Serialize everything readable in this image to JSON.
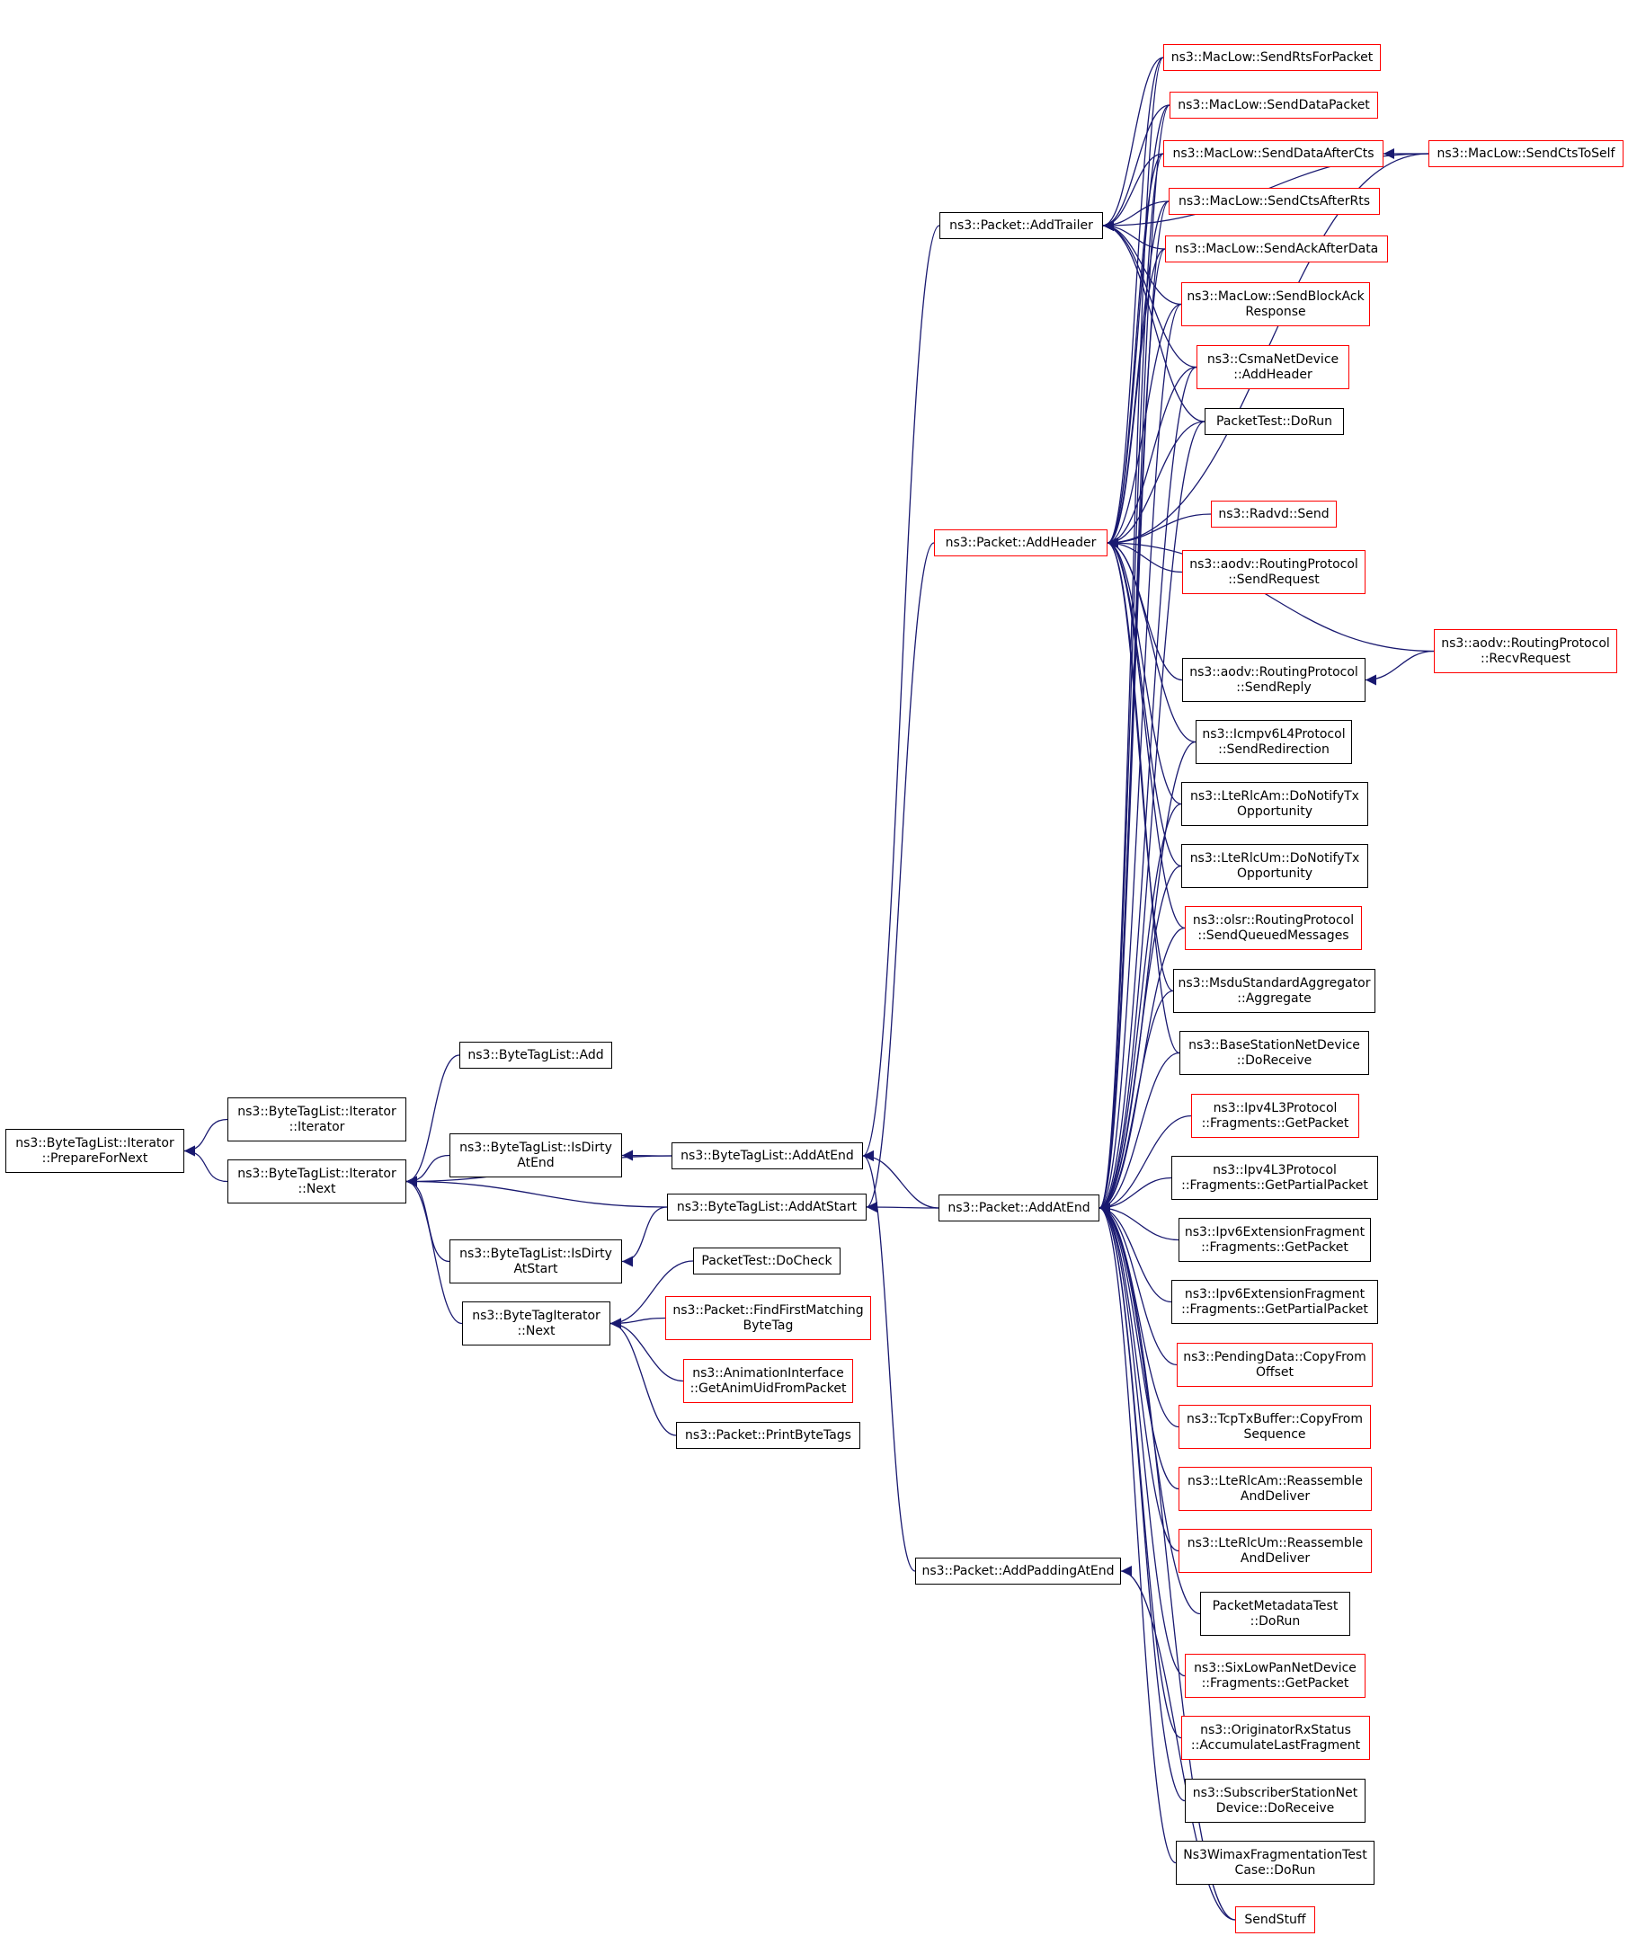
{
  "colors": {
    "edge": "#191970",
    "link_border": "#000000",
    "truncated_border": "#ff0000",
    "focus_fill": "#bfbfbf"
  },
  "nodes": {
    "prepare_for_next": {
      "label": "ns3::ByteTagList::Iterator\n::PrepareForNext",
      "style": "focus"
    },
    "iterator_ctor": {
      "label": "ns3::ByteTagList::Iterator\n::Iterator",
      "style": "normal"
    },
    "iterator_next": {
      "label": "ns3::ByteTagList::Iterator\n::Next",
      "style": "normal"
    },
    "btl_add": {
      "label": "ns3::ByteTagList::Add",
      "style": "normal"
    },
    "btl_is_dirty_at_end": {
      "label": "ns3::ByteTagList::IsDirty\nAtEnd",
      "style": "normal"
    },
    "btl_is_dirty_at_start": {
      "label": "ns3::ByteTagList::IsDirty\nAtStart",
      "style": "normal"
    },
    "bt_iterator_next": {
      "label": "ns3::ByteTagIterator\n::Next",
      "style": "normal"
    },
    "btl_add_at_end": {
      "label": "ns3::ByteTagList::AddAtEnd",
      "style": "normal"
    },
    "btl_add_at_start": {
      "label": "ns3::ByteTagList::AddAtStart",
      "style": "normal"
    },
    "packettest_docheck": {
      "label": "PacketTest::DoCheck",
      "style": "normal"
    },
    "find_first_matching": {
      "label": "ns3::Packet::FindFirstMatching\nByteTag",
      "style": "truncated"
    },
    "get_anim_uid": {
      "label": "ns3::AnimationInterface\n::GetAnimUidFromPacket",
      "style": "truncated"
    },
    "print_byte_tags": {
      "label": "ns3::Packet::PrintByteTags",
      "style": "normal"
    },
    "packet_add_trailer": {
      "label": "ns3::Packet::AddTrailer",
      "style": "normal"
    },
    "packet_add_header": {
      "label": "ns3::Packet::AddHeader",
      "style": "truncated"
    },
    "packet_add_at_end": {
      "label": "ns3::Packet::AddAtEnd",
      "style": "normal"
    },
    "packet_add_padding": {
      "label": "ns3::Packet::AddPaddingAtEnd",
      "style": "normal"
    },
    "send_rts_for_packet": {
      "label": "ns3::MacLow::SendRtsForPacket",
      "style": "truncated"
    },
    "send_data_packet": {
      "label": "ns3::MacLow::SendDataPacket",
      "style": "truncated"
    },
    "send_data_after_cts": {
      "label": "ns3::MacLow::SendDataAfterCts",
      "style": "truncated"
    },
    "send_cts_to_self": {
      "label": "ns3::MacLow::SendCtsToSelf",
      "style": "truncated"
    },
    "send_cts_after_rts": {
      "label": "ns3::MacLow::SendCtsAfterRts",
      "style": "truncated"
    },
    "send_ack_after_data": {
      "label": "ns3::MacLow::SendAckAfterData",
      "style": "truncated"
    },
    "send_block_ack": {
      "label": "ns3::MacLow::SendBlockAck\nResponse",
      "style": "truncated"
    },
    "csma_add_header": {
      "label": "ns3::CsmaNetDevice\n::AddHeader",
      "style": "truncated"
    },
    "packettest_dorun": {
      "label": "PacketTest::DoRun",
      "style": "normal"
    },
    "radvd_send": {
      "label": "ns3::Radvd::Send",
      "style": "truncated"
    },
    "aodv_send_request": {
      "label": "ns3::aodv::RoutingProtocol\n::SendRequest",
      "style": "truncated"
    },
    "aodv_send_reply": {
      "label": "ns3::aodv::RoutingProtocol\n::SendReply",
      "style": "normal"
    },
    "aodv_recv_request": {
      "label": "ns3::aodv::RoutingProtocol\n::RecvRequest",
      "style": "truncated"
    },
    "icmpv6_send_redirection": {
      "label": "ns3::Icmpv6L4Protocol\n::SendRedirection",
      "style": "normal"
    },
    "lte_rlc_am_notify": {
      "label": "ns3::LteRlcAm::DoNotifyTx\nOpportunity",
      "style": "normal"
    },
    "lte_rlc_um_notify": {
      "label": "ns3::LteRlcUm::DoNotifyTx\nOpportunity",
      "style": "normal"
    },
    "olsr_send_queued": {
      "label": "ns3::olsr::RoutingProtocol\n::SendQueuedMessages",
      "style": "truncated"
    },
    "msdu_aggregate": {
      "label": "ns3::MsduStandardAggregator\n::Aggregate",
      "style": "normal"
    },
    "base_station_receive": {
      "label": "ns3::BaseStationNetDevice\n::DoReceive",
      "style": "normal"
    },
    "ipv4_frag_get_packet": {
      "label": "ns3::Ipv4L3Protocol\n::Fragments::GetPacket",
      "style": "truncated"
    },
    "ipv4_frag_get_partial": {
      "label": "ns3::Ipv4L3Protocol\n::Fragments::GetPartialPacket",
      "style": "normal"
    },
    "ipv6_frag_get_packet": {
      "label": "ns3::Ipv6ExtensionFragment\n::Fragments::GetPacket",
      "style": "normal"
    },
    "ipv6_frag_get_partial": {
      "label": "ns3::Ipv6ExtensionFragment\n::Fragments::GetPartialPacket",
      "style": "normal"
    },
    "pending_copy_from": {
      "label": "ns3::PendingData::CopyFrom\nOffset",
      "style": "truncated"
    },
    "tcp_copy_from": {
      "label": "ns3::TcpTxBuffer::CopyFrom\nSequence",
      "style": "truncated"
    },
    "lte_rlc_am_reassemble": {
      "label": "ns3::LteRlcAm::Reassemble\nAndDeliver",
      "style": "truncated"
    },
    "lte_rlc_um_reassemble": {
      "label": "ns3::LteRlcUm::Reassemble\nAndDeliver",
      "style": "truncated"
    },
    "packet_metadata_dorun": {
      "label": "PacketMetadataTest\n::DoRun",
      "style": "normal"
    },
    "sixlowpan_get_packet": {
      "label": "ns3::SixLowPanNetDevice\n::Fragments::GetPacket",
      "style": "truncated"
    },
    "originator_accumulate": {
      "label": "ns3::OriginatorRxStatus\n::AccumulateLastFragment",
      "style": "truncated"
    },
    "subscriber_receive": {
      "label": "ns3::SubscriberStationNet\nDevice::DoReceive",
      "style": "normal"
    },
    "wimax_frag_dorun": {
      "label": "Ns3WimaxFragmentationTest\nCase::DoRun",
      "style": "normal"
    },
    "send_stuff": {
      "label": "SendStuff",
      "style": "truncated"
    }
  },
  "edges": [
    [
      "iterator_ctor",
      "prepare_for_next"
    ],
    [
      "iterator_next",
      "prepare_for_next"
    ],
    [
      "btl_add",
      "iterator_next"
    ],
    [
      "btl_is_dirty_at_end",
      "iterator_next"
    ],
    [
      "btl_add_at_end",
      "iterator_next"
    ],
    [
      "btl_add_at_start",
      "iterator_next"
    ],
    [
      "btl_is_dirty_at_start",
      "iterator_next"
    ],
    [
      "bt_iterator_next",
      "iterator_next"
    ],
    [
      "btl_add_at_end",
      "btl_is_dirty_at_end"
    ],
    [
      "btl_add_at_start",
      "btl_is_dirty_at_start"
    ],
    [
      "packettest_docheck",
      "bt_iterator_next"
    ],
    [
      "find_first_matching",
      "bt_iterator_next"
    ],
    [
      "get_anim_uid",
      "bt_iterator_next"
    ],
    [
      "print_byte_tags",
      "bt_iterator_next"
    ],
    [
      "packet_add_trailer",
      "btl_add_at_end"
    ],
    [
      "packet_add_at_end",
      "btl_add_at_end"
    ],
    [
      "packet_add_padding",
      "btl_add_at_end"
    ],
    [
      "packet_add_header",
      "btl_add_at_start"
    ],
    [
      "packet_add_at_end",
      "btl_add_at_start"
    ],
    [
      "send_rts_for_packet",
      "packet_add_trailer"
    ],
    [
      "send_data_packet",
      "packet_add_trailer"
    ],
    [
      "send_data_after_cts",
      "packet_add_trailer"
    ],
    [
      "send_cts_to_self",
      "packet_add_trailer"
    ],
    [
      "send_cts_after_rts",
      "packet_add_trailer"
    ],
    [
      "send_ack_after_data",
      "packet_add_trailer"
    ],
    [
      "send_block_ack",
      "packet_add_trailer"
    ],
    [
      "csma_add_header",
      "packet_add_trailer"
    ],
    [
      "packettest_dorun",
      "packet_add_trailer"
    ],
    [
      "send_cts_to_self",
      "send_data_after_cts"
    ],
    [
      "send_rts_for_packet",
      "packet_add_header"
    ],
    [
      "send_data_packet",
      "packet_add_header"
    ],
    [
      "send_data_after_cts",
      "packet_add_header"
    ],
    [
      "send_cts_after_rts",
      "packet_add_header"
    ],
    [
      "send_ack_after_data",
      "packet_add_header"
    ],
    [
      "send_block_ack",
      "packet_add_header"
    ],
    [
      "csma_add_header",
      "packet_add_header"
    ],
    [
      "packettest_dorun",
      "packet_add_header"
    ],
    [
      "send_cts_to_self",
      "packet_add_header"
    ],
    [
      "radvd_send",
      "packet_add_header"
    ],
    [
      "aodv_send_request",
      "packet_add_header"
    ],
    [
      "aodv_recv_request",
      "packet_add_header"
    ],
    [
      "aodv_send_reply",
      "packet_add_header"
    ],
    [
      "aodv_recv_request",
      "aodv_send_reply"
    ],
    [
      "icmpv6_send_redirection",
      "packet_add_header"
    ],
    [
      "lte_rlc_am_notify",
      "packet_add_header"
    ],
    [
      "lte_rlc_um_notify",
      "packet_add_header"
    ],
    [
      "olsr_send_queued",
      "packet_add_header"
    ],
    [
      "msdu_aggregate",
      "packet_add_header"
    ],
    [
      "base_station_receive",
      "packet_add_header"
    ],
    [
      "send_rts_for_packet",
      "packet_add_at_end"
    ],
    [
      "send_data_packet",
      "packet_add_at_end"
    ],
    [
      "send_data_after_cts",
      "packet_add_at_end"
    ],
    [
      "send_cts_after_rts",
      "packet_add_at_end"
    ],
    [
      "send_ack_after_data",
      "packet_add_at_end"
    ],
    [
      "send_block_ack",
      "packet_add_at_end"
    ],
    [
      "csma_add_header",
      "packet_add_at_end"
    ],
    [
      "packettest_dorun",
      "packet_add_at_end"
    ],
    [
      "icmpv6_send_redirection",
      "packet_add_at_end"
    ],
    [
      "lte_rlc_am_notify",
      "packet_add_at_end"
    ],
    [
      "lte_rlc_um_notify",
      "packet_add_at_end"
    ],
    [
      "olsr_send_queued",
      "packet_add_at_end"
    ],
    [
      "msdu_aggregate",
      "packet_add_at_end"
    ],
    [
      "base_station_receive",
      "packet_add_at_end"
    ],
    [
      "ipv4_frag_get_packet",
      "packet_add_at_end"
    ],
    [
      "ipv4_frag_get_partial",
      "packet_add_at_end"
    ],
    [
      "ipv6_frag_get_packet",
      "packet_add_at_end"
    ],
    [
      "ipv6_frag_get_partial",
      "packet_add_at_end"
    ],
    [
      "pending_copy_from",
      "packet_add_at_end"
    ],
    [
      "tcp_copy_from",
      "packet_add_at_end"
    ],
    [
      "lte_rlc_am_reassemble",
      "packet_add_at_end"
    ],
    [
      "lte_rlc_um_reassemble",
      "packet_add_at_end"
    ],
    [
      "packet_metadata_dorun",
      "packet_add_at_end"
    ],
    [
      "sixlowpan_get_packet",
      "packet_add_at_end"
    ],
    [
      "originator_accumulate",
      "packet_add_at_end"
    ],
    [
      "subscriber_receive",
      "packet_add_at_end"
    ],
    [
      "wimax_frag_dorun",
      "packet_add_at_end"
    ],
    [
      "send_stuff",
      "packet_add_at_end"
    ],
    [
      "send_stuff",
      "packet_add_padding"
    ]
  ]
}
